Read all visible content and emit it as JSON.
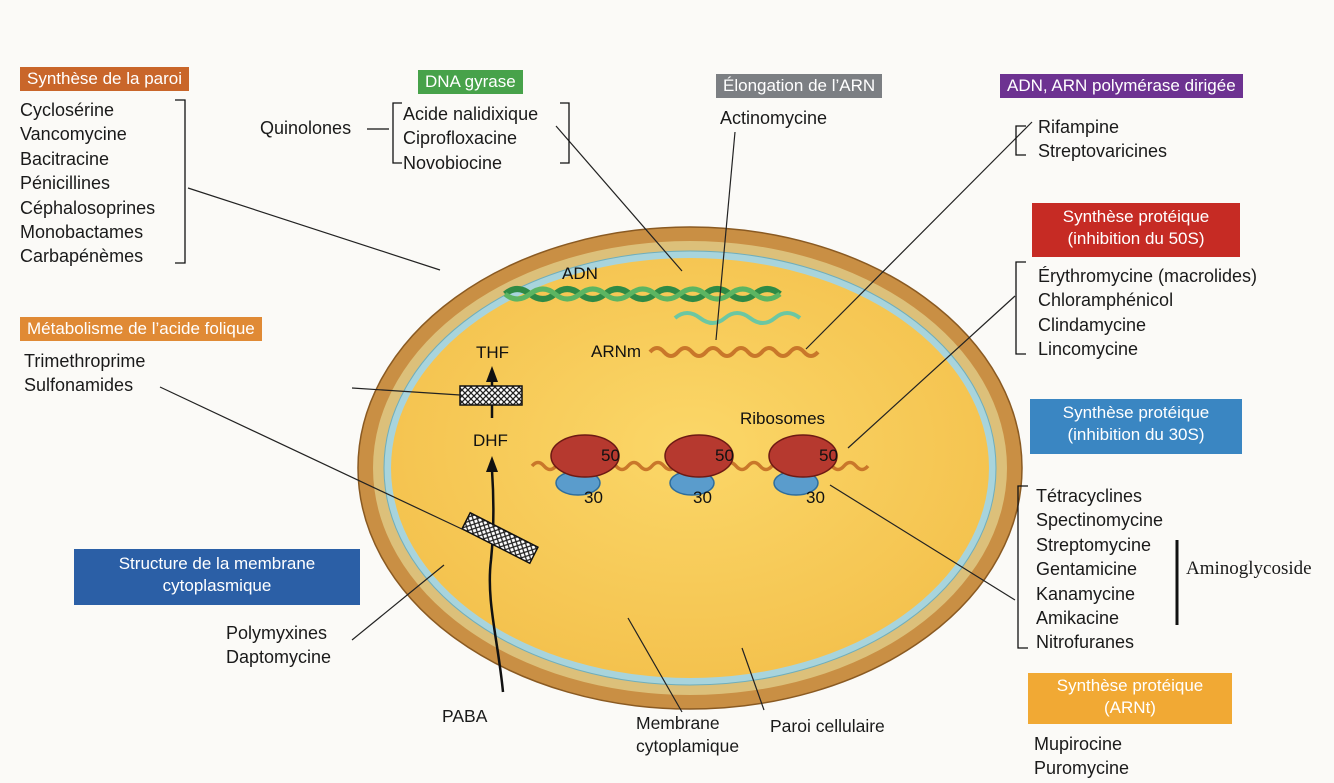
{
  "colors": {
    "orange": "#c9662a",
    "green": "#47a24a",
    "gray": "#7c7f83",
    "purple": "#6d3291",
    "red": "#c62b24",
    "blue": "#3a86c2",
    "navy": "#2b5fa6",
    "gold": "#f1a934"
  },
  "categories": {
    "cell_wall": "Synthèse de la paroi",
    "dna_gyrase": "DNA gyrase",
    "rna_elongation": "Élongation de l’ARN",
    "rna_polymerase": "ADN, ARN polymérase dirigée",
    "folic_acid": "Métabolisme de l’acide folique",
    "membrane": "Structure de la membrane cytoplasmique",
    "protein_50s": "Synthèse protéique (inhibition du 50S)",
    "protein_30s": "Synthèse protéique (inhibition du 30S)",
    "protein_trna": "Synthèse protéique (ARNt)"
  },
  "drugs": {
    "cell_wall": [
      "Cyclosérine",
      "Vancomycine",
      "Bacitracine",
      "Pénicillines",
      "Céphalosoprines",
      "Monobactames",
      "Carbapénèmes"
    ],
    "quinolones_label": "Quinolones",
    "quinolones": [
      "Acide nalidixique",
      "Ciprofloxacine",
      "Novobiocine"
    ],
    "rna_elongation": [
      "Actinomycine"
    ],
    "rna_polymerase": [
      "Rifampine",
      "Streptovaricines"
    ],
    "folic_acid": [
      "Trimethroprime",
      "Sulfonamides"
    ],
    "protein_50s": [
      "Érythromycine (macrolides)",
      "Chloramphénicol",
      "Clindamycine",
      "Lincomycine"
    ],
    "protein_30s": [
      "Tétracyclines",
      "Spectinomycine",
      "Streptomycine",
      "Gentamicine",
      "Kanamycine",
      "Amikacine",
      "Nitrofuranes"
    ],
    "aminoglycoside_label": "Aminoglycoside",
    "membrane": [
      "Polymyxines",
      "Daptomycine"
    ],
    "protein_trna": [
      "Mupirocine",
      "Puromycine"
    ]
  },
  "cell_labels": {
    "dna": "ADN",
    "mrna": "ARNm",
    "ribosomes": "Ribosomes",
    "thf": "THF",
    "dhf": "DHF",
    "paba": "PABA",
    "large_subunit": "50",
    "small_subunit": "30",
    "membrane": [
      "Membrane",
      "cytoplamique"
    ],
    "wall": "Paroi cellulaire"
  }
}
